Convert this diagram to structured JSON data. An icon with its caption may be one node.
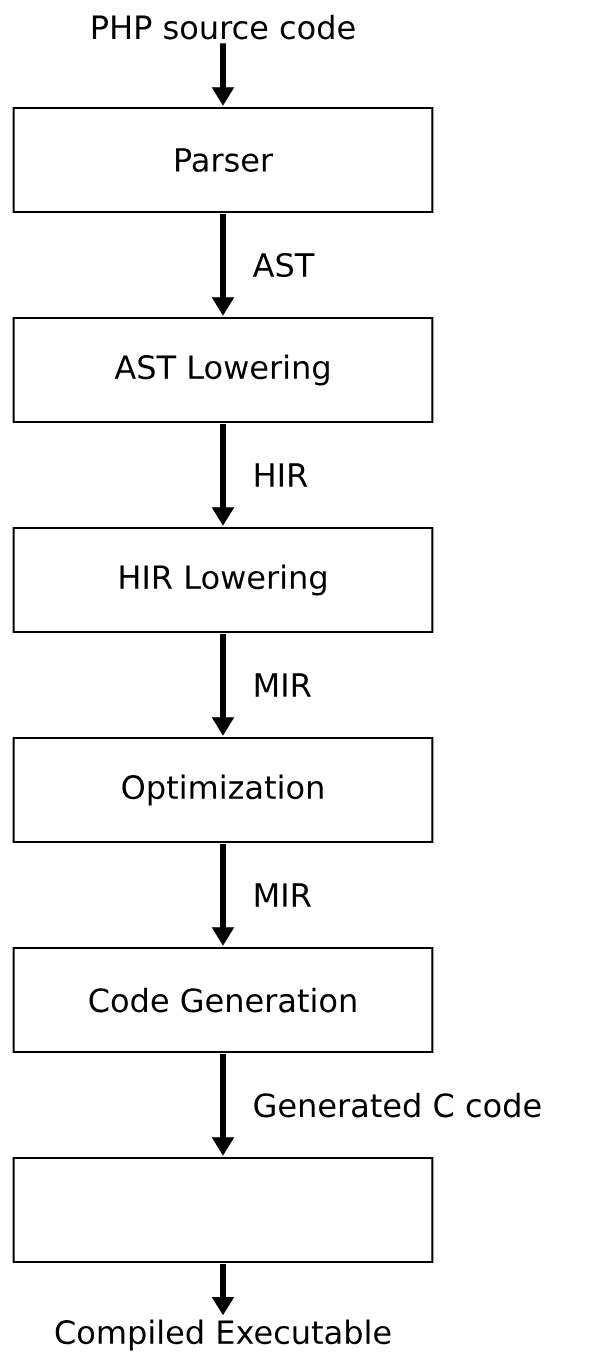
{
  "diagram": {
    "nodes": [
      {
        "text": [
          "PHP source code"
        ]
      },
      {
        "text": [
          "Parser"
        ]
      },
      {
        "text": [
          "AST Lowering"
        ]
      },
      {
        "text": [
          "HIR Lowering"
        ]
      },
      {
        "text": [
          "Optimization"
        ]
      },
      {
        "text": [
          "Code Generation"
        ]
      },
      {
        "text": [],
        "shape": "box"
      },
      {
        "text": [
          "Compiled Executable"
        ]
      }
    ],
    "edges": [
      {
        "from": 0,
        "to": 1,
        "arrow": "to"
      },
      {
        "from": 1,
        "to": 2,
        "arrow": "to",
        "label": "AST"
      },
      {
        "from": 2,
        "to": 3,
        "arrow": "to",
        "label": "HIR"
      },
      {
        "from": 3,
        "to": 4,
        "arrow": "to",
        "label": "MIR"
      },
      {
        "from": 4,
        "to": 5,
        "arrow": "to",
        "label": "MIR"
      },
      {
        "from": 5,
        "to": 6,
        "arrow": "to",
        "label": "Generated C code"
      },
      {
        "from": 6,
        "to": 7,
        "arrow": "to"
      }
    ]
  }
}
